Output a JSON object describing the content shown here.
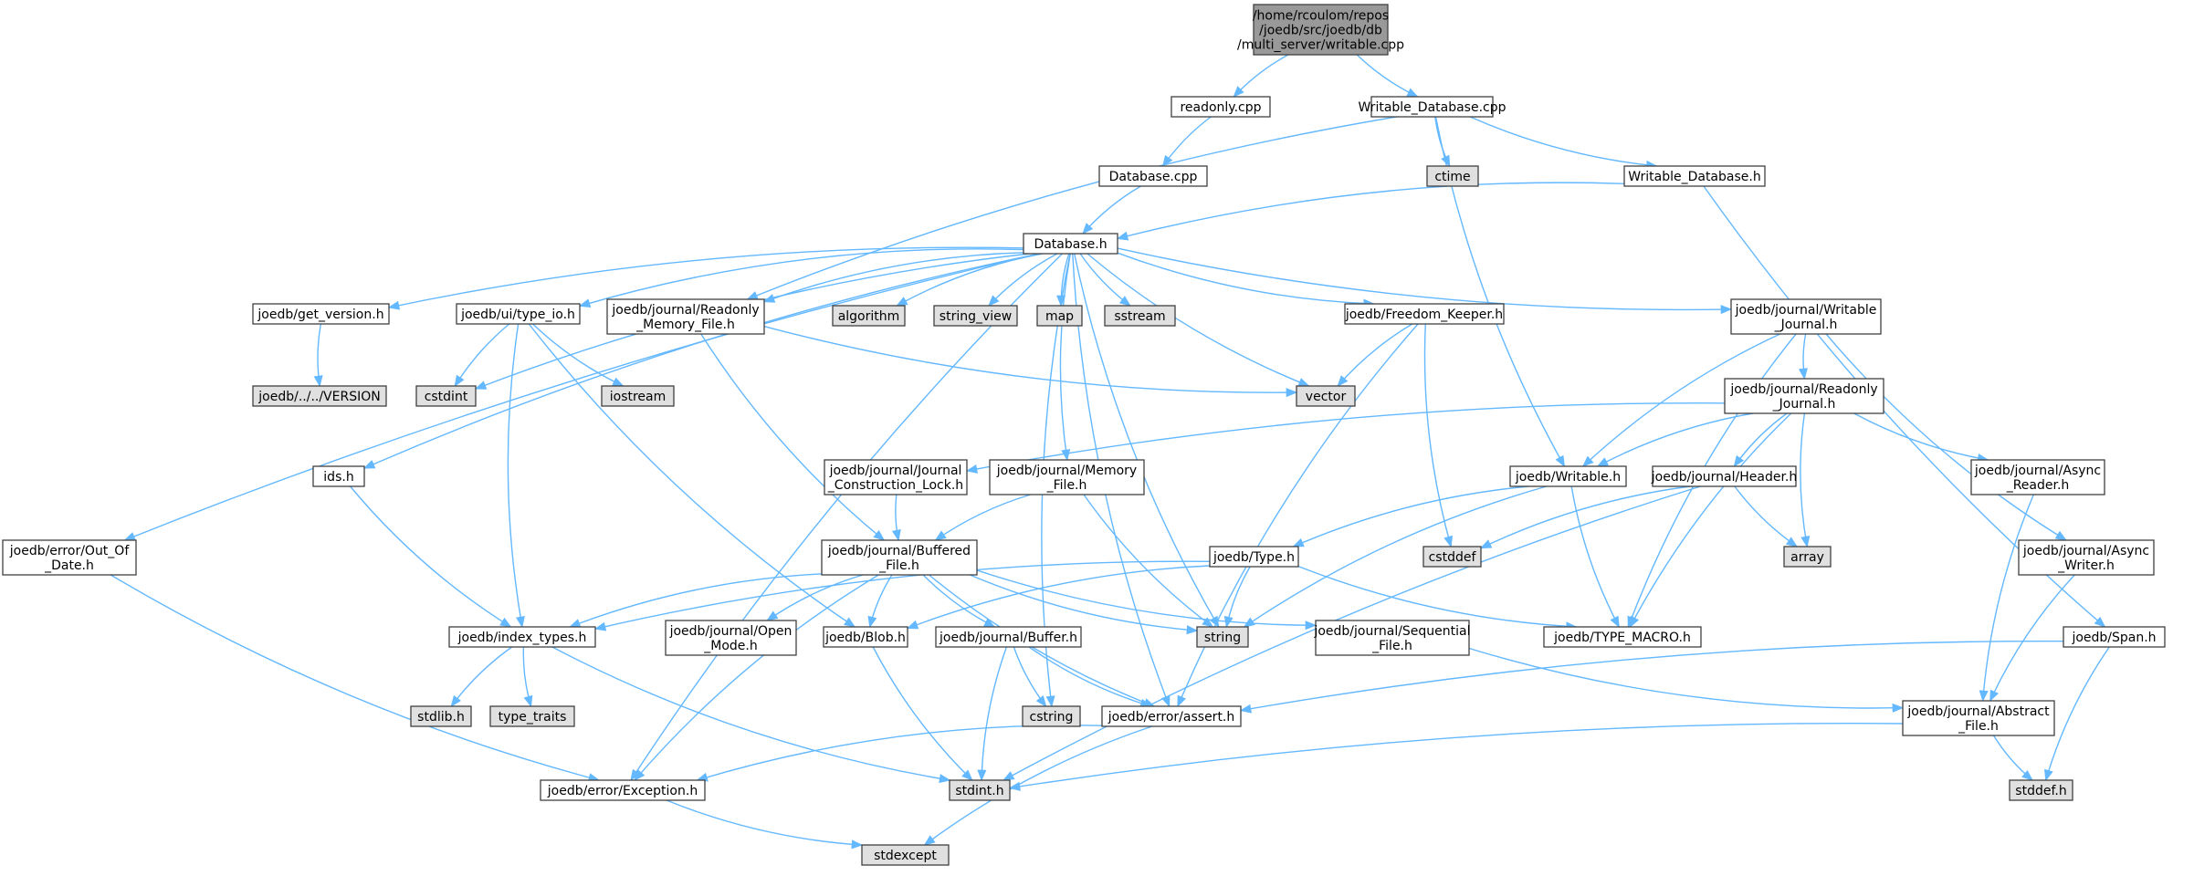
{
  "colors": {
    "edge": "#63b8ff",
    "root_fill": "#999999",
    "file_fill": "#ffffff",
    "system_fill": "#e0e0e0",
    "border": "#404040"
  },
  "nodes": [
    {
      "id": "root",
      "kind": "root",
      "lines": [
        "/home/rcoulom/repos",
        "/joedb/src/joedb/db",
        "/multi_server/writable.cpp"
      ]
    },
    {
      "id": "readonly_cpp",
      "kind": "file",
      "lines": [
        "readonly.cpp"
      ]
    },
    {
      "id": "writable_database_cpp",
      "kind": "file",
      "lines": [
        "Writable_Database.cpp"
      ]
    },
    {
      "id": "database_cpp",
      "kind": "file",
      "lines": [
        "Database.cpp"
      ]
    },
    {
      "id": "ctime",
      "kind": "system",
      "lines": [
        "ctime"
      ]
    },
    {
      "id": "writable_database_h",
      "kind": "file",
      "lines": [
        "Writable_Database.h"
      ]
    },
    {
      "id": "database_h",
      "kind": "file",
      "lines": [
        "Database.h"
      ]
    },
    {
      "id": "get_version_h",
      "kind": "file",
      "lines": [
        "joedb/get_version.h"
      ]
    },
    {
      "id": "type_io_h",
      "kind": "file",
      "lines": [
        "joedb/ui/type_io.h"
      ]
    },
    {
      "id": "readonly_memory_file_h",
      "kind": "file",
      "lines": [
        "joedb/journal/Readonly",
        "_Memory_File.h"
      ]
    },
    {
      "id": "algorithm",
      "kind": "system",
      "lines": [
        "algorithm"
      ]
    },
    {
      "id": "string_view",
      "kind": "system",
      "lines": [
        "string_view"
      ]
    },
    {
      "id": "map",
      "kind": "system",
      "lines": [
        "map"
      ]
    },
    {
      "id": "sstream",
      "kind": "system",
      "lines": [
        "sstream"
      ]
    },
    {
      "id": "freedom_keeper_h",
      "kind": "file",
      "lines": [
        "joedb/Freedom_Keeper.h"
      ]
    },
    {
      "id": "writable_journal_h",
      "kind": "file",
      "lines": [
        "joedb/journal/Writable",
        "_Journal.h"
      ]
    },
    {
      "id": "version",
      "kind": "system",
      "lines": [
        "joedb/../../VERSION"
      ]
    },
    {
      "id": "cstdint",
      "kind": "system",
      "lines": [
        "cstdint"
      ]
    },
    {
      "id": "iostream",
      "kind": "system",
      "lines": [
        "iostream"
      ]
    },
    {
      "id": "vector",
      "kind": "system",
      "lines": [
        "vector"
      ]
    },
    {
      "id": "readonly_journal_h",
      "kind": "file",
      "lines": [
        "joedb/journal/Readonly",
        "_Journal.h"
      ]
    },
    {
      "id": "ids_h",
      "kind": "file",
      "lines": [
        "ids.h"
      ]
    },
    {
      "id": "journal_construction_lock_h",
      "kind": "file",
      "lines": [
        "joedb/journal/Journal",
        "_Construction_Lock.h"
      ]
    },
    {
      "id": "memory_file_h",
      "kind": "file",
      "lines": [
        "joedb/journal/Memory",
        "_File.h"
      ]
    },
    {
      "id": "writable_h",
      "kind": "file",
      "lines": [
        "joedb/Writable.h"
      ]
    },
    {
      "id": "header_h",
      "kind": "file",
      "lines": [
        "joedb/journal/Header.h"
      ]
    },
    {
      "id": "async_reader_h",
      "kind": "file",
      "lines": [
        "joedb/journal/Async",
        "_Reader.h"
      ]
    },
    {
      "id": "out_of_date_h",
      "kind": "file",
      "lines": [
        "joedb/error/Out_Of",
        "_Date.h"
      ]
    },
    {
      "id": "buffered_file_h",
      "kind": "file",
      "lines": [
        "joedb/journal/Buffered",
        "_File.h"
      ]
    },
    {
      "id": "type_h",
      "kind": "file",
      "lines": [
        "joedb/Type.h"
      ]
    },
    {
      "id": "cstddef",
      "kind": "system",
      "lines": [
        "cstddef"
      ]
    },
    {
      "id": "array",
      "kind": "system",
      "lines": [
        "array"
      ]
    },
    {
      "id": "async_writer_h",
      "kind": "file",
      "lines": [
        "joedb/journal/Async",
        "_Writer.h"
      ]
    },
    {
      "id": "index_types_h",
      "kind": "file",
      "lines": [
        "joedb/index_types.h"
      ]
    },
    {
      "id": "open_mode_h",
      "kind": "file",
      "lines": [
        "joedb/journal/Open",
        "_Mode.h"
      ]
    },
    {
      "id": "blob_h",
      "kind": "file",
      "lines": [
        "joedb/Blob.h"
      ]
    },
    {
      "id": "buffer_h",
      "kind": "file",
      "lines": [
        "joedb/journal/Buffer.h"
      ]
    },
    {
      "id": "string",
      "kind": "system",
      "lines": [
        "string"
      ]
    },
    {
      "id": "sequential_file_h",
      "kind": "file",
      "lines": [
        "joedb/journal/Sequential",
        "_File.h"
      ]
    },
    {
      "id": "type_macro_h",
      "kind": "file",
      "lines": [
        "joedb/TYPE_MACRO.h"
      ]
    },
    {
      "id": "span_h",
      "kind": "file",
      "lines": [
        "joedb/Span.h"
      ]
    },
    {
      "id": "stdlib_h",
      "kind": "system",
      "lines": [
        "stdlib.h"
      ]
    },
    {
      "id": "type_traits",
      "kind": "system",
      "lines": [
        "type_traits"
      ]
    },
    {
      "id": "cstring",
      "kind": "system",
      "lines": [
        "cstring"
      ]
    },
    {
      "id": "assert_h",
      "kind": "file",
      "lines": [
        "joedb/error/assert.h"
      ]
    },
    {
      "id": "abstract_file_h",
      "kind": "file",
      "lines": [
        "joedb/journal/Abstract",
        "_File.h"
      ]
    },
    {
      "id": "exception_h",
      "kind": "file",
      "lines": [
        "joedb/error/Exception.h"
      ]
    },
    {
      "id": "stdint_h",
      "kind": "system",
      "lines": [
        "stdint.h"
      ]
    },
    {
      "id": "stddef_h",
      "kind": "system",
      "lines": [
        "stddef.h"
      ]
    },
    {
      "id": "stdexcept",
      "kind": "system",
      "lines": [
        "stdexcept"
      ]
    }
  ]
}
